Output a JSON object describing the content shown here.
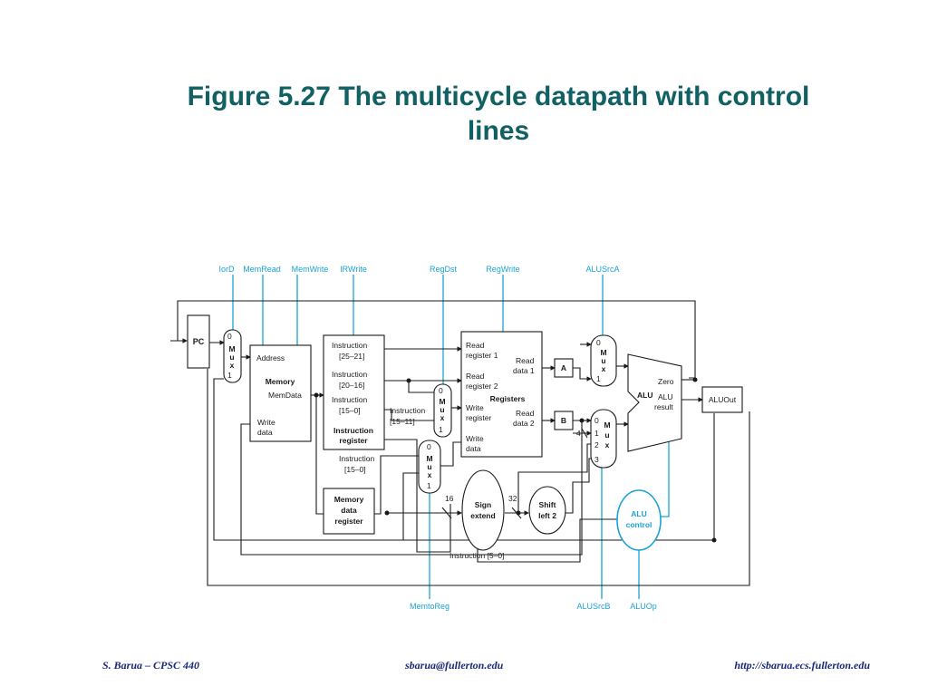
{
  "slide": {
    "title_line1": "Figure 5.27   The multicycle datapath with control",
    "title_line2": "lines"
  },
  "footer": {
    "left": "S. Barua – CPSC 440",
    "center": "sbarua@fullerton.edu",
    "right": "http://sbarua.ecs.fullerton.edu"
  },
  "control_signals": {
    "iord": "IorD",
    "memread": "MemRead",
    "memwrite": "MemWrite",
    "irwrite": "IRWrite",
    "regdst": "RegDst",
    "regwrite": "RegWrite",
    "alusrca": "ALUSrcA",
    "memtoreg": "MemtoReg",
    "alusrcb": "ALUSrcB",
    "aluop": "ALUOp"
  },
  "blocks": {
    "pc": "PC",
    "mux": [
      "M",
      "u",
      "x"
    ],
    "mux_in0": "0",
    "mux_in1": "1",
    "mux_in2": "2",
    "mux_in3": "3",
    "mem_address": "Address",
    "mem_title": "Memory",
    "mem_memdata": "MemData",
    "mem_writedata": [
      "Write",
      "data"
    ],
    "ir_f1": [
      "Instruction",
      "[25–21]"
    ],
    "ir_f2": [
      "Instruction",
      "[20–16]"
    ],
    "ir_f3": [
      "Instruction",
      "[15–0]"
    ],
    "ir_title": [
      "Instruction",
      "register"
    ],
    "ir_out_1511": [
      "Instruction",
      "[15–11]"
    ],
    "ir_out_150": [
      "Instruction",
      "[15–0]"
    ],
    "mdr": [
      "Memory",
      "data",
      "register"
    ],
    "reg_read1": [
      "Read",
      "register 1"
    ],
    "reg_read2": [
      "Read",
      "register 2"
    ],
    "reg_title": "Registers",
    "reg_writereg": [
      "Write",
      "register"
    ],
    "reg_writedata": [
      "Write",
      "data"
    ],
    "reg_rdata1": [
      "Read",
      "data 1"
    ],
    "reg_rdata2": [
      "Read",
      "data 2"
    ],
    "a": "A",
    "b": "B",
    "alu": "ALU",
    "alu_zero": "Zero",
    "alu_result": [
      "ALU",
      "result"
    ],
    "aluout": "ALUOut",
    "sign_extend": [
      "Sign",
      "extend"
    ],
    "shift_left": [
      "Shift",
      "left 2"
    ],
    "alu_control": [
      "ALU",
      "control"
    ],
    "four": "4",
    "bits16": "16",
    "bits32": "32",
    "funct": "Instruction [5–0]"
  },
  "colors": {
    "title": "#116063",
    "control": "#1ba3d6",
    "line": "#1a1a1a",
    "footer": "#1a2a78"
  }
}
